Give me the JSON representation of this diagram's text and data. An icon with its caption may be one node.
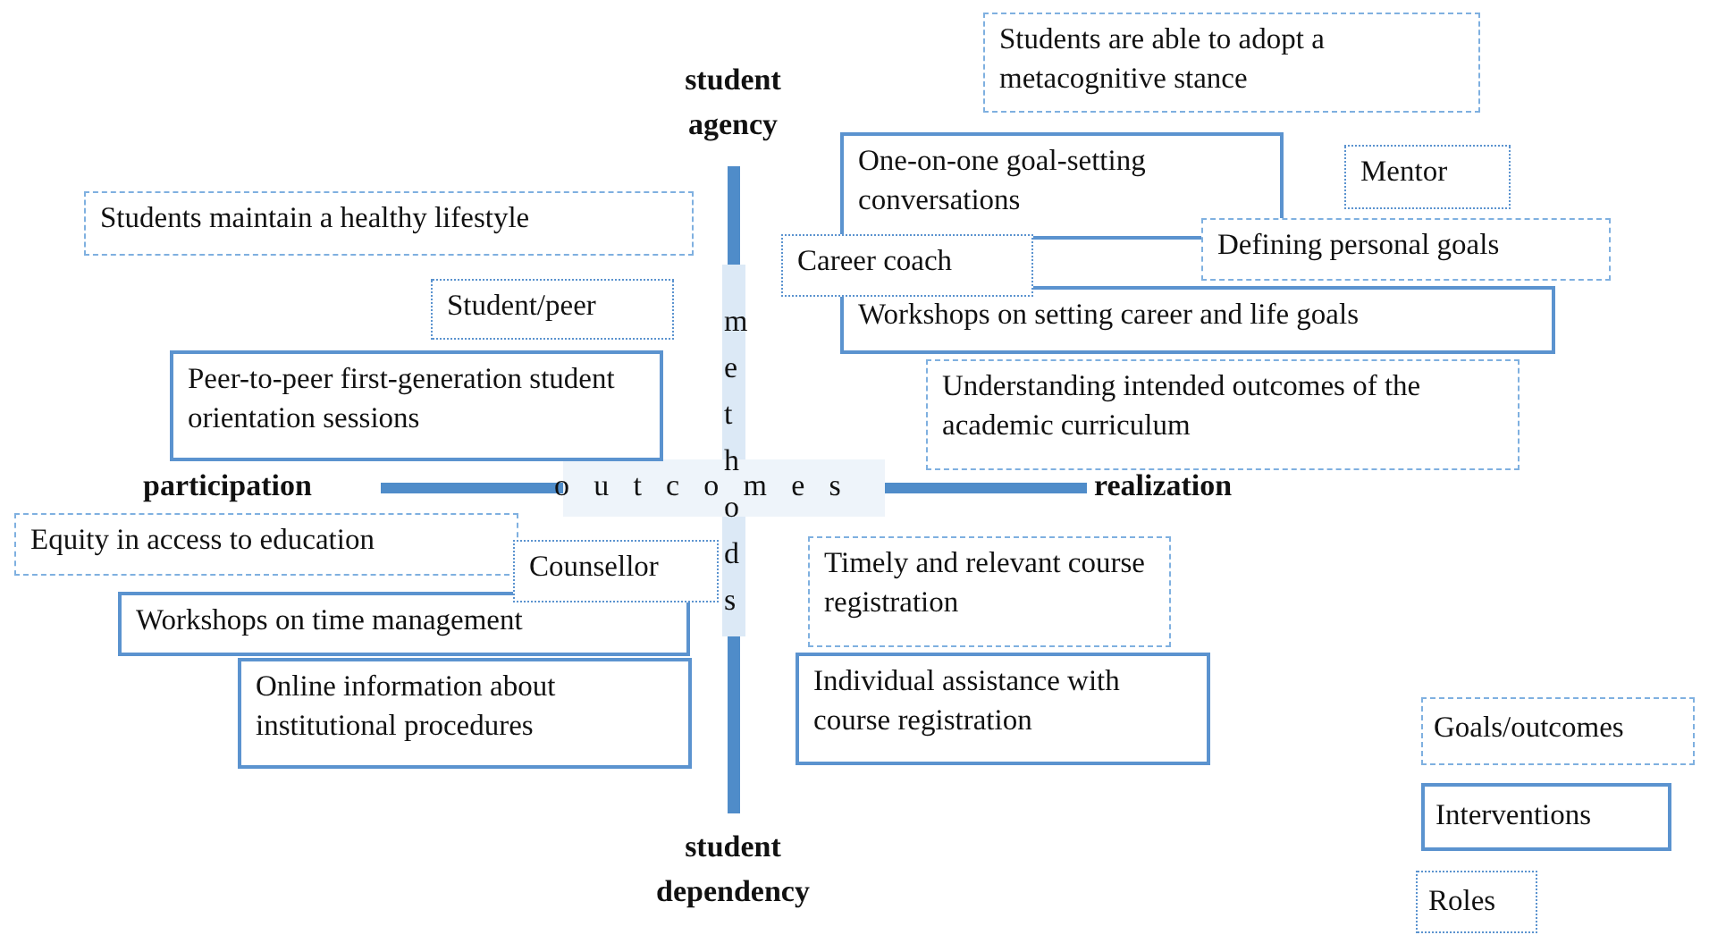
{
  "diagram": {
    "nodes": [
      {
        "text": [
          "Students are able to adopt a metacognitive stance"
        ]
      },
      {
        "text": [
          "Mentor"
        ]
      },
      {
        "text": [
          "One-on-one goal-setting conversations"
        ]
      },
      {
        "text": [
          "Students maintain a healthy lifestyle"
        ]
      },
      {
        "text": [
          "Defining personal goals"
        ]
      },
      {
        "text": [
          "Workshops on setting career and life goals"
        ]
      },
      {
        "text": [
          "Career coach"
        ]
      },
      {
        "text": [
          "Student/peer"
        ]
      },
      {
        "text": [
          "Peer-to-peer first-generation student orientation sessions"
        ]
      },
      {
        "text": [
          "Understanding intended outcomes of the academic curriculum"
        ]
      },
      {
        "text": [
          "Equity in access to education"
        ]
      },
      {
        "text": [
          "Counsellor"
        ]
      },
      {
        "text": [
          "Timely and relevant course registration"
        ]
      },
      {
        "text": [
          "Workshops on time management"
        ]
      },
      {
        "text": [
          "Online information about institutional procedures"
        ]
      },
      {
        "text": [
          "Individual assistance with course registration"
        ]
      }
    ],
    "labels": [
      "student agency",
      "participation",
      "outcomes",
      "realization",
      "methods",
      "student dependency"
    ],
    "legend": [
      {
        "text": "Goals/outcomes"
      },
      {
        "text": "Interventions"
      },
      {
        "text": "Roles"
      }
    ]
  }
}
